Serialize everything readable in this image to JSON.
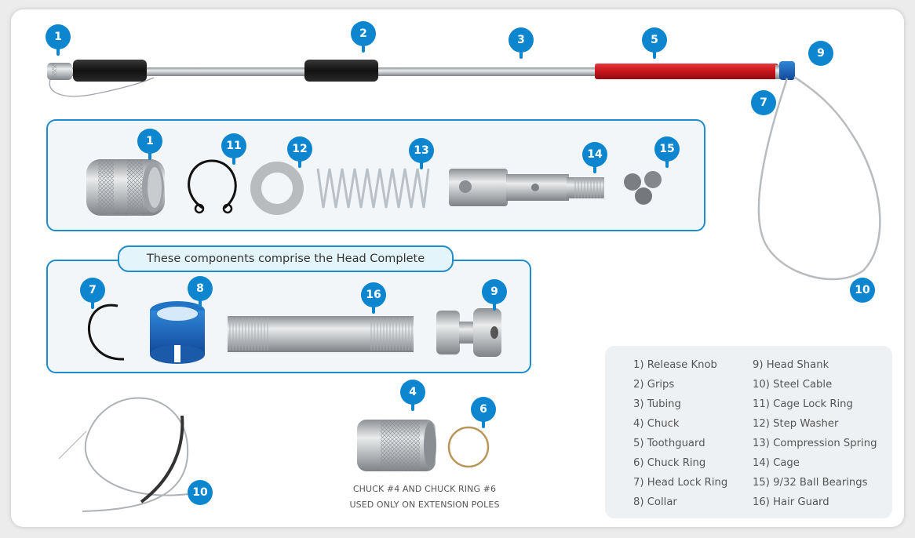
{
  "diagram": {
    "head_group_title": "These components comprise the Head Complete",
    "extension_note": {
      "line1": "CHUCK #4 AND CHUCK RING #6",
      "line2": "USED ONLY ON EXTENSION POLES"
    },
    "callouts": {
      "pole": [
        "1",
        "2",
        "3",
        "5",
        "9",
        "7",
        "10"
      ],
      "top_panel": [
        "1",
        "11",
        "12",
        "13",
        "14",
        "15"
      ],
      "head_panel": [
        "7",
        "8",
        "16",
        "9"
      ],
      "bottom": [
        "10",
        "4",
        "6"
      ]
    },
    "colors": {
      "callout_blue": "#0d86cf",
      "panel_border": "#1f8ccc",
      "toothguard_red": "#c8141c",
      "collar_blue": "#1c6fc0"
    }
  },
  "legend": {
    "left": [
      "1) Release Knob",
      "2) Grips",
      "3) Tubing",
      "4) Chuck",
      "5) Toothguard",
      "6) Chuck Ring",
      "7) Head Lock Ring",
      "8) Collar"
    ],
    "right": [
      "9) Head Shank",
      "10) Steel Cable",
      "11) Cage Lock Ring",
      "12) Step Washer",
      "13) Compression Spring",
      "14) Cage",
      "15) 9/32 Ball Bearings",
      "16) Hair Guard"
    ]
  }
}
